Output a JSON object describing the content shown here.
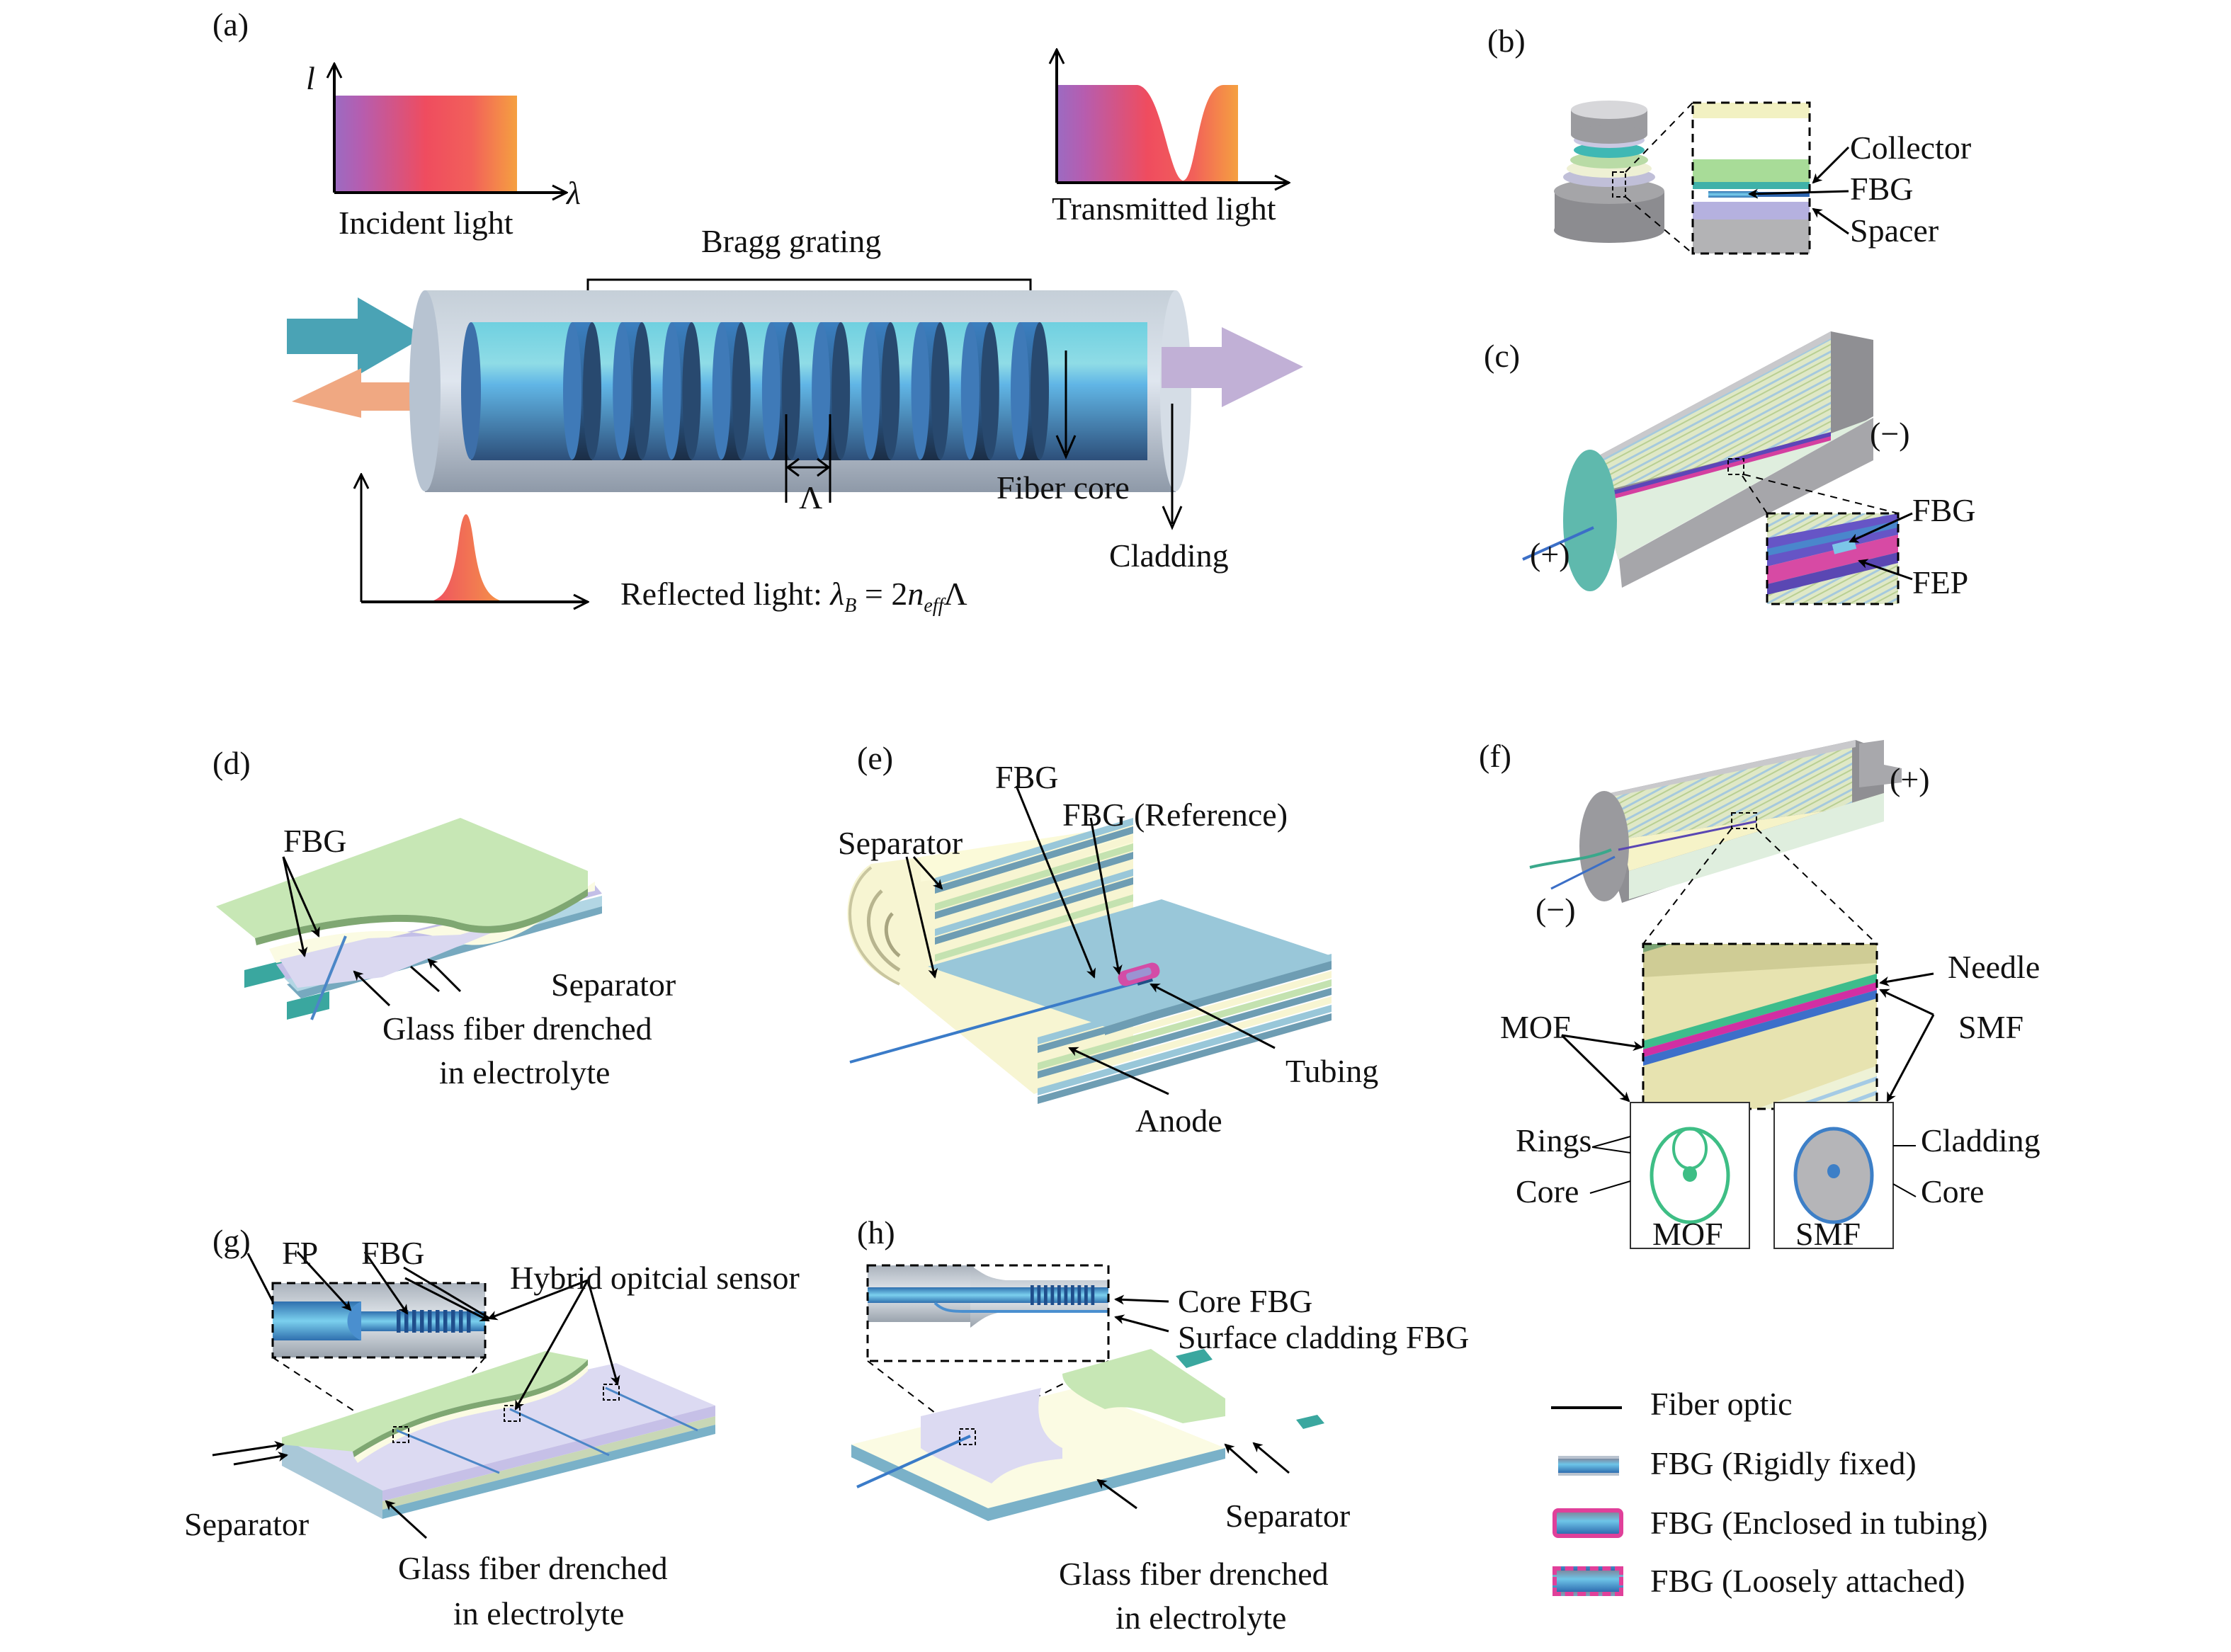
{
  "figure": {
    "panels": {
      "a": {
        "label": "(a)",
        "incident": {
          "axis_y": "l",
          "axis_x": "λ",
          "caption": "Incident light"
        },
        "transmitted": {
          "caption": "Transmitted light"
        },
        "bragg_grating": "Bragg grating",
        "period_symbol": "Λ",
        "fiber_core": "Fiber core",
        "cladding": "Cladding",
        "reflected": {
          "prefix": "Reflected light: ",
          "lambda": "λ",
          "lambda_sub": "B",
          "equals": " = 2",
          "n": "n",
          "n_sub": "eff",
          "period": "Λ"
        },
        "grating_rings": 10,
        "colors": {
          "incident_arrow": "#4aa3b5",
          "reflected_arrow": "#f0a882",
          "transmitted_arrow": "#c1b0d6",
          "spectrum_start": "#9b6bc2",
          "spectrum_mid": "#ef4c5f",
          "spectrum_end": "#f5a040"
        }
      },
      "b": {
        "label": "(b)",
        "labels": [
          "Collector",
          "FBG",
          "Spacer"
        ]
      },
      "c": {
        "label": "(c)",
        "minus": "(−)",
        "plus": "(+)",
        "labels": [
          "FBG",
          "FEP"
        ]
      },
      "d": {
        "label": "(d)",
        "fbg": "FBG",
        "separator": "Separator",
        "glass_line1": "Glass fiber drenched",
        "glass_line2": "in electrolyte"
      },
      "e": {
        "label": "(e)",
        "fbg": "FBG",
        "fbg_reference": "FBG (Reference)",
        "separator": "Separator",
        "tubing": "Tubing",
        "anode": "Anode"
      },
      "f": {
        "label": "(f)",
        "plus": "(+)",
        "minus": "(−)",
        "needle": "Needle",
        "mof": "MOF",
        "smf": "SMF",
        "rings": "Rings",
        "core_left": "Core",
        "cladding": "Cladding",
        "core_right": "Core",
        "mof_caption": "MOF",
        "smf_caption": "SMF"
      },
      "g": {
        "label": "(g)",
        "fp": "FP",
        "fbg": "FBG",
        "hybrid": "Hybrid opitcial sensor",
        "separator": "Separator",
        "glass_line1": "Glass fiber drenched",
        "glass_line2": "in electrolyte"
      },
      "h": {
        "label": "(h)",
        "core_fbg": "Core FBG",
        "surface_fbg": "Surface cladding FBG",
        "separator": "Separator",
        "glass_line1": "Glass fiber drenched",
        "glass_line2": "in electrolyte"
      }
    },
    "legend": [
      {
        "icon": "fiber-optic-line-icon",
        "label": "Fiber optic"
      },
      {
        "icon": "fbg-rigid-icon",
        "label": "FBG (Rigidly fixed)"
      },
      {
        "icon": "fbg-tubing-icon",
        "label": "FBG (Enclosed in tubing)"
      },
      {
        "icon": "fbg-loose-icon",
        "label": "FBG (Loosely attached)"
      }
    ]
  }
}
